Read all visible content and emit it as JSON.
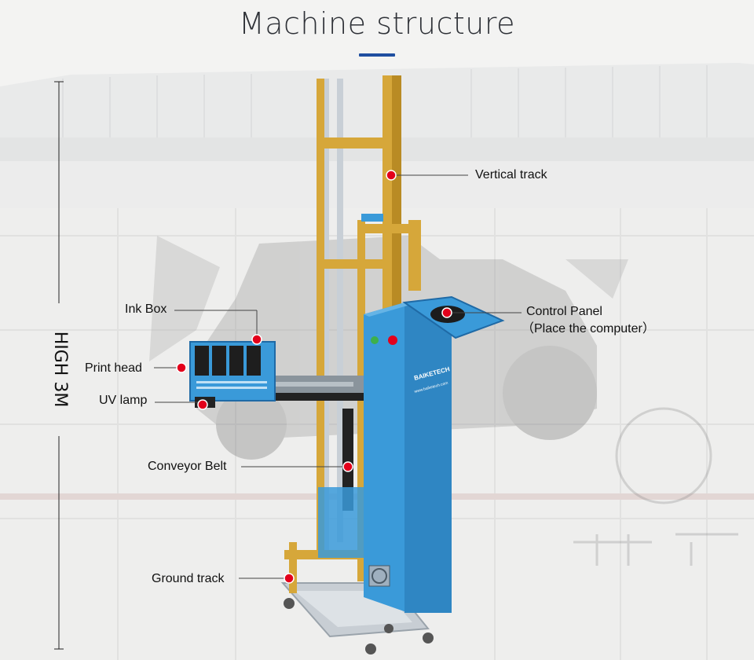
{
  "header": {
    "title": "Machine structure"
  },
  "dimension": {
    "height_label": "HIGH 3M"
  },
  "callouts": [
    {
      "id": "vertical-track",
      "label": "Vertical track"
    },
    {
      "id": "control-panel",
      "label": "Control Panel",
      "sub": "（Place the computer）"
    },
    {
      "id": "ink-box",
      "label": "Ink Box"
    },
    {
      "id": "print-head",
      "label": "Print head"
    },
    {
      "id": "uv-lamp",
      "label": "UV lamp"
    },
    {
      "id": "conveyor-belt",
      "label": "Conveyor Belt"
    },
    {
      "id": "ground-track",
      "label": "Ground track"
    }
  ],
  "machine": {
    "brand": "BAIKETECH",
    "website": "www.baiketech.com"
  },
  "colors": {
    "accent": "#1f4fa0",
    "marker": "#e3001b",
    "machine_blue": "#3a9ad9",
    "rail_gold": "#d6a73a"
  }
}
